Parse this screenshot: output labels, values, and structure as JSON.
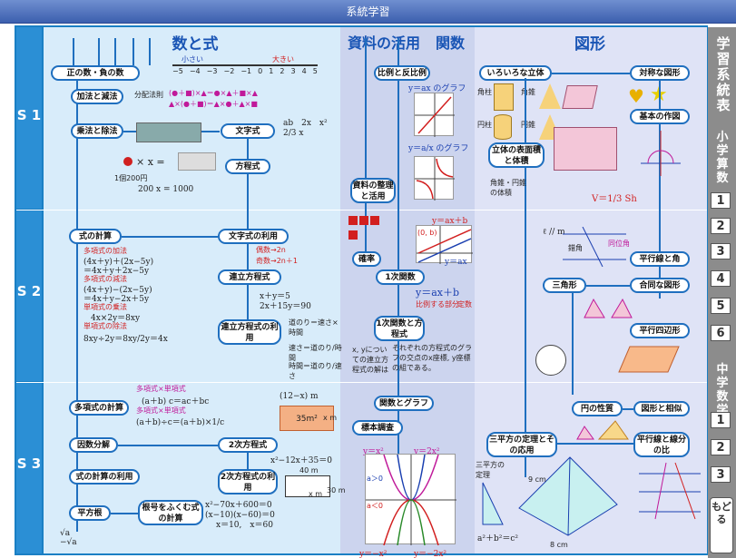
{
  "window": {
    "title": "系統学習"
  },
  "sections": {
    "algebra": "数と式",
    "data": "資料の活用",
    "functions": "関数",
    "geometry": "図形"
  },
  "rows": [
    "S 1",
    "S 2",
    "S 3"
  ],
  "number_line": {
    "small": "小さい",
    "big": "大きい",
    "ticks": [
      "−5",
      "−4",
      "−3",
      "−2",
      "−1",
      "0",
      "1",
      "2",
      "3",
      "4",
      "5"
    ]
  },
  "algebra": {
    "pos_neg": "正の数・負の数",
    "add_sub": "加法と減法",
    "distributive_label": "分配法則",
    "dist_1": "(●＋■)×▲＝●×▲＋■×▲",
    "dist_2": "▲×(●＋■)＝▲×●＋▲×■",
    "mul_div": "乗法と除法",
    "letter_expr": "文字式",
    "letter_examples": "ab　2x　x²",
    "letter_frac": "2/3 x",
    "apple_x": "× x =",
    "price": "1個200円",
    "price_eq": "200 x = 1000",
    "equation": "方程式",
    "expr_calc": "式の計算",
    "letter_use": "文字式の利用",
    "even_odd_1": "偶数→2n",
    "even_odd_2": "奇数→2n＋1",
    "poly_add_t": "多項式の加法",
    "poly_add_1": "(4x＋y)＋(2x−5y)",
    "poly_add_2": "＝4x＋y＋2x−5y",
    "poly_sub_t": "多項式の減法",
    "poly_sub_1": "(4x＋y)−(2x−5y)",
    "poly_sub_2": "＝4x＋y−2x＋5y",
    "mono_mul_t": "単項式の乗法",
    "mono_mul_1": "4x×2y＝8xy",
    "mono_div_t": "単項式の除法",
    "mono_div_1": "8xy÷2y＝8xy/2y＝4x",
    "simul": "連立方程式",
    "simul_eq1": "x＋y＝5",
    "simul_eq2": "2x＋15y＝90",
    "simul_use": "連立方程式の利用",
    "speed_1": "道のり＝速さ×時間",
    "speed_2": "速さ＝道のり/時間",
    "speed_3": "時間＝道のり/速さ",
    "poly_calc": "多項式の計算",
    "pm_t1": "多項式×単項式",
    "pm_1": "(a＋b) c＝ac＋bc",
    "pm_t2": "多項式×単項式",
    "pm_2": "(a＋b)÷c＝(a＋b)×1/c",
    "area_lbl": "(12−x) m",
    "area_val": "35m²",
    "area_x": "x m",
    "factor": "因数分解",
    "expr_use": "式の計算の利用",
    "quad": "2次方程式",
    "quad_eq": "x²−12x＋35＝0",
    "quad_use": "2次方程式の利用",
    "quad_dim1": "40 m",
    "quad_dim2": "x m",
    "quad_dim3": "30 m",
    "quad_sol_1": "x²−70x＋600＝0",
    "quad_sol_2": "(x−10)(x−60)＝0",
    "quad_sol_3": "x＝10,　x＝60",
    "sqrt": "平方根",
    "sqrt_vals": "√a　−√a",
    "radical_calc": "根号をふくむ式の計算"
  },
  "functions": {
    "prop": "比例と反比例",
    "prop_graph": "y＝ax のグラフ",
    "inv_graph": "y＝a/x のグラフ",
    "data_org": "資料の整理と活用",
    "probability": "確率",
    "linear": "1次関数",
    "linear_graph_1": "y＝ax＋b",
    "linear_graph_2": "y＝ax",
    "linear_pt": "(0, b)",
    "linear_eq": "y＝ax＋b",
    "prop_part": "比例する部分",
    "const": "定数",
    "lin_eq": "1次関数と方程式",
    "lin_note_1": "x, yについての連立方程式の解は",
    "lin_note_2": "それぞれの方程式のグラフの交点のx座標, y座標の組である。",
    "func_graph": "関数とグラフ",
    "survey": "標本調査",
    "para_1": "y＝x²",
    "para_2": "y＝2x²",
    "para_3": "a＞0",
    "para_4": "a＜0",
    "para_5": "y＝−x²",
    "para_6": "y＝−2x²"
  },
  "geometry": {
    "solids": "いろいろな立体",
    "symm": "対称な図形",
    "prism": "角柱",
    "pyramid": "角錐",
    "cylinder": "円柱",
    "cone": "円錐",
    "basic_const": "基本の作図",
    "surface": "立体の表面積と体積",
    "cone_vol_t": "角錐・円錐の体積",
    "cone_vol": "V＝1/3 Sh",
    "parallel": "平行線と角",
    "parallel_l": "ℓ // m",
    "angle_1": "錯角",
    "angle_2": "同位角",
    "triangle": "三角形",
    "congruent": "合同な図形",
    "parallelogram": "平行四辺形",
    "circle": "円の性質",
    "similar": "図形と相似",
    "pythag": "三平方の定理とその応用",
    "pythag_t": "三平方の定理",
    "pythag_eq": "a²＋b²＝c²",
    "pyr_dim1": "9 cm",
    "pyr_dim2": "8 cm",
    "parallel_ratio": "平行線と線分の比"
  },
  "side_tabs": {
    "label": "学習系統表",
    "elem": "小学算数",
    "elem_nums": [
      "1",
      "2",
      "3",
      "4",
      "5",
      "6"
    ],
    "jhs": "中学数学",
    "jhs_nums": [
      "1",
      "2",
      "3"
    ],
    "back": "もどる"
  },
  "colors": {
    "accent": "#1f6fbf",
    "band1": "#d8ecfa",
    "band2": "#ccd4ee",
    "band3": "#dfe3f6",
    "red": "#d21f1f"
  }
}
